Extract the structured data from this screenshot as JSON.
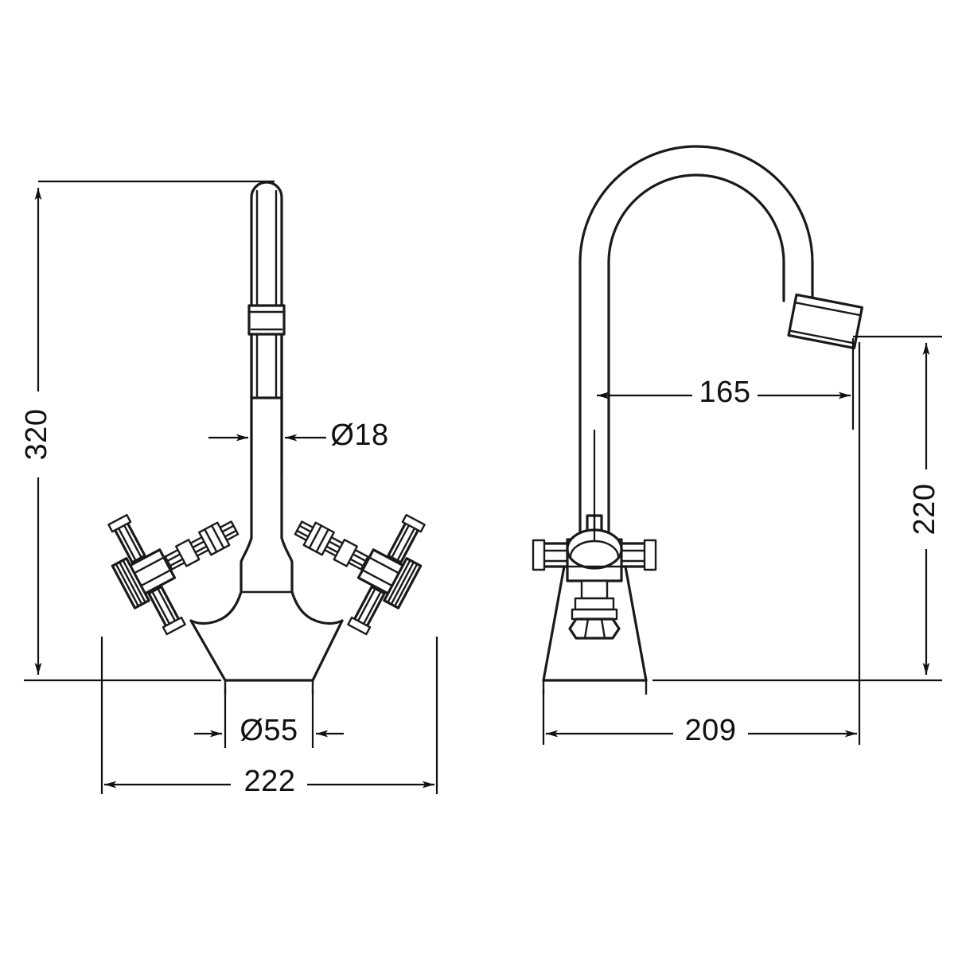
{
  "drawing": {
    "title": "Two-handle basin mixer tap dimensional drawing",
    "units": "mm",
    "line_color": "#1a1a1a",
    "background_color": "#ffffff",
    "views": [
      {
        "name": "front-elevation",
        "label": ""
      },
      {
        "name": "side-elevation",
        "label": ""
      }
    ]
  },
  "dimensions": {
    "height_overall": "320",
    "spout_diameter": "Ø18",
    "base_diameter": "Ø55",
    "width_overall": "222",
    "spout_reach": "165",
    "spout_outlet_height": "220",
    "depth_overall": "209"
  }
}
